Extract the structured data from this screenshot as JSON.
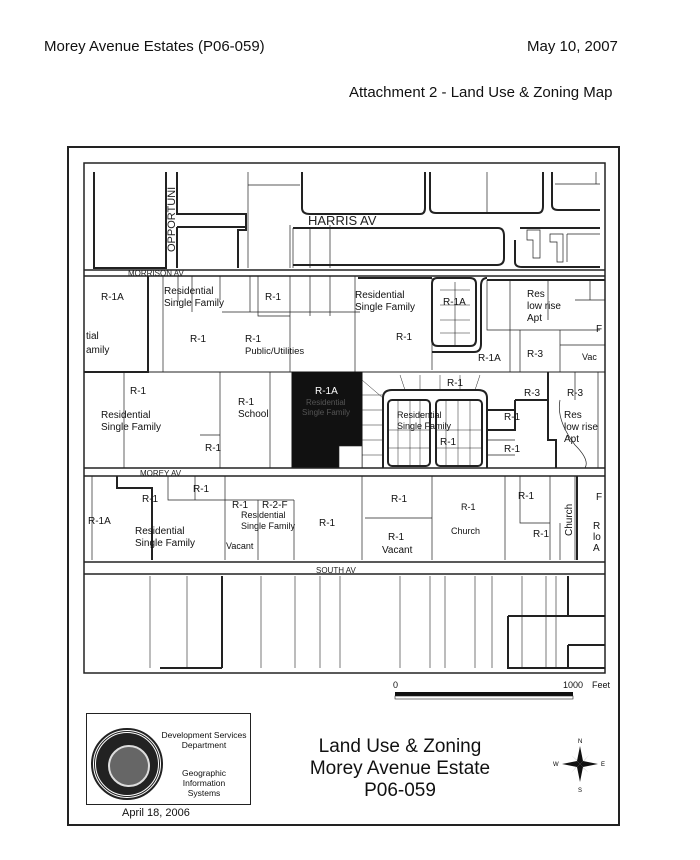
{
  "header": {
    "document_title": "Morey Avenue Estates (P06-059)",
    "date": "May 10, 2007",
    "attachment_title": "Attachment 2 - Land Use & Zoning Map"
  },
  "map": {
    "streets": {
      "opportunity": "OPPORTUNI",
      "harris": "HARRIS AV",
      "morrison": "MORRISON AV",
      "morey": "MOREY AV",
      "south": "SOUTH AV"
    },
    "labels": {
      "r1a_nw": "R-1A",
      "res_sf_1a": "Residential",
      "res_sf_1b": "Single Family",
      "r1_top1": "R-1",
      "res_sf_2a": "Residential",
      "res_sf_2b": "Single Family",
      "r1a_top": "R-1A",
      "res_ne_a": "Res",
      "res_ne_b": "low rise",
      "res_ne_c": "Apt",
      "tial": "tial",
      "amily": "amily",
      "r1_mid1": "R-1",
      "r1_pub": "R-1",
      "pub_util": "Public/Utilities",
      "r1_mid2": "R-1",
      "r1a_curve": "R-1A",
      "r3_1": "R-3",
      "f_cut": "F",
      "vac_cut": "Vac",
      "r1_w": "R-1",
      "res_sf_3a": "Residential",
      "res_sf_3b": "Single Family",
      "r1_small": "R-1",
      "r1_school": "R-1",
      "school": "School",
      "r1a_subject": "R-1A",
      "subject_a": "Residential",
      "subject_b": "Single Family",
      "r1_cul": "R-1",
      "res_sf_4a": "Residential",
      "res_sf_4b": "Single Family",
      "r1_cul2": "R-1",
      "r1_e1": "R-1",
      "r1_e2": "R-1",
      "r3_2": "R-3",
      "r3_3": "R-3",
      "res_se_a": "Res",
      "res_se_b": "low rise",
      "res_se_c": "Apt",
      "r1a_sw": "R-1A",
      "r1_s1": "R-1",
      "r1_s2": "R-1",
      "res_sf_5a": "Residential",
      "res_sf_5b": "Single Family",
      "r1_s3": "R-1",
      "r2f": "R-2-F",
      "res_sf_6a": "Residential",
      "res_sf_6b": "Single Family",
      "vacant1": "Vacant",
      "r1_s4": "R-1",
      "r1_s5": "R-1",
      "r1_s6": "R-1",
      "vacant2": "Vacant",
      "r1_church": "R-1",
      "church": "Church",
      "r1_s7": "R-1",
      "r1_s8": "R-1",
      "church2": "Church",
      "r_cut1": "F",
      "r_cut2": "R",
      "r_cut3": "lo",
      "r_cut4": "A"
    }
  },
  "scale": {
    "start": "0",
    "end": "1000",
    "unit": "Feet"
  },
  "seal_block": {
    "dept_line1": "Development Services",
    "dept_line2": "Department",
    "gis_line1": "Geographic",
    "gis_line2": "Information",
    "gis_line3": "Systems",
    "date": "April 18, 2006"
  },
  "map_title": {
    "line1": "Land Use & Zoning",
    "line2": "Morey Avenue Estate",
    "line3": "P06-059"
  },
  "compass": {
    "n": "N",
    "s": "S",
    "e": "E",
    "w": "W"
  }
}
